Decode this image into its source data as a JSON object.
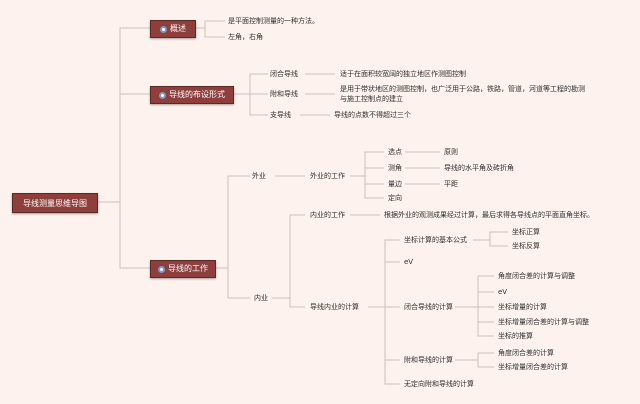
{
  "root": "导线测量思维导图",
  "branches": {
    "overview": {
      "label": "概述",
      "items": [
        "是平面控制测量的一种方法。",
        "左角，右角"
      ]
    },
    "layout": {
      "label": "导线的布设形式",
      "items": [
        {
          "name": "闭合导线",
          "desc": "适于在面积较宽阔的独立地区作测图控制"
        },
        {
          "name": "附和导线",
          "desc": "是用于带状地区的测图控制，也广泛用于公路，铁路，管道，河道等工程的勘测",
          "desc2": "与施工控制点的建立"
        },
        {
          "name": "支导线",
          "desc": "导线的点数不得超过三个"
        }
      ]
    },
    "work": {
      "label": "导线的工作",
      "field": {
        "label": "外业",
        "sub": "外业的工作",
        "items": [
          {
            "name": "选点",
            "desc": "原则"
          },
          {
            "name": "测角",
            "desc": "导线的水平角及砖折角"
          },
          {
            "name": "量边",
            "desc": "平距"
          },
          {
            "name": "定向",
            "desc": ""
          }
        ]
      },
      "office": {
        "label": "内业",
        "work_label": "内业的工作",
        "work_desc": "根据外业的观测成果经过计算，最后求得各导线点的平面直角坐标。",
        "calc_label": "导线内业的计算",
        "basic": {
          "label": "坐标计算的基本公式",
          "items": [
            "坐标正算",
            "坐标反算"
          ]
        },
        "ev": "eV",
        "closed": {
          "label": "闭合导线的计算",
          "items": [
            "角度闭合差的计算与调整",
            "eV",
            "坐标增量的计算",
            "坐标增量闭合差的计算与调整",
            "坐标的推算"
          ]
        },
        "attached": {
          "label": "附和导线的计算",
          "items": [
            "角度闭合差的计算",
            "坐标增量闭合差的计算"
          ]
        },
        "unoriented": "无定向附和导线的计算"
      }
    }
  }
}
